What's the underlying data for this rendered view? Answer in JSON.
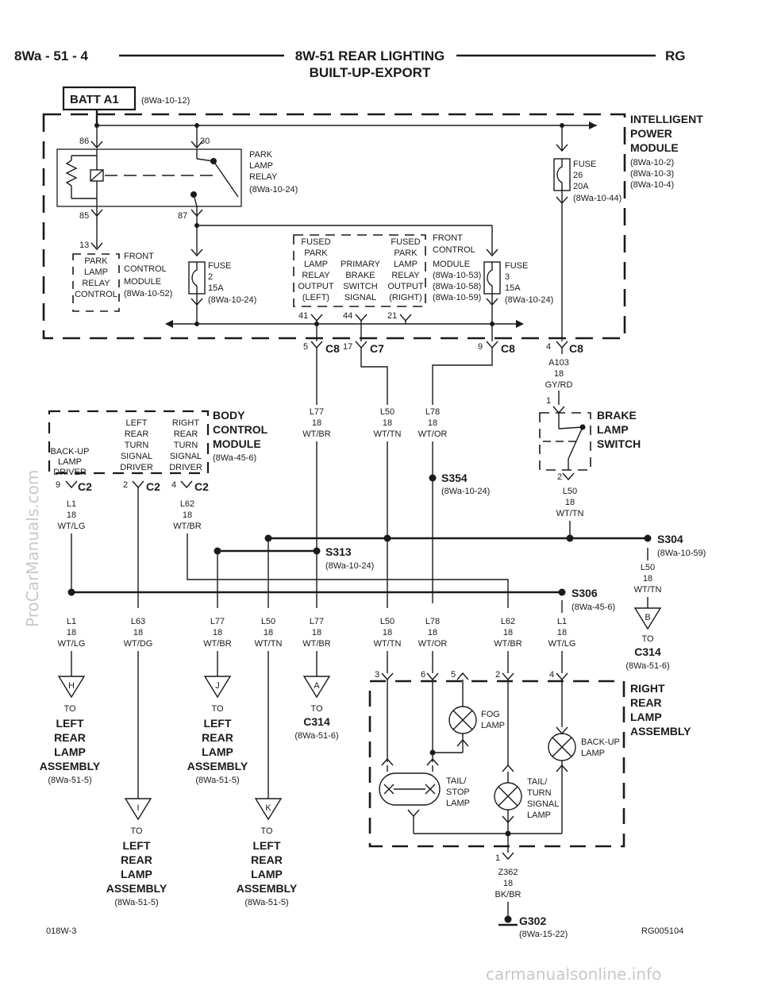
{
  "header": {
    "left": "8Wa - 51 - 4",
    "title": "8W-51 REAR LIGHTING",
    "subtitle": "BUILT-UP-EXPORT",
    "right": "RG"
  },
  "batt": {
    "label": "BATT A1",
    "ref": "(8Wa-10-12)"
  },
  "ipm": {
    "name": [
      "INTELLIGENT",
      "POWER",
      "MODULE"
    ],
    "refs": [
      "(8Wa-10-2)",
      "(8Wa-10-3)",
      "(8Wa-10-4)"
    ]
  },
  "relay": {
    "pins": [
      "86",
      "30",
      "85",
      "87"
    ],
    "name": [
      "PARK",
      "LAMP",
      "RELAY"
    ],
    "ref": "(8Wa-10-24)"
  },
  "fuse26": {
    "lines": [
      "FUSE",
      "26",
      "20A",
      "(8Wa-10-44)"
    ]
  },
  "fuse2": {
    "lines": [
      "FUSE",
      "2",
      "15A",
      "(8Wa-10-24)"
    ]
  },
  "fuse3": {
    "lines": [
      "FUSE",
      "3",
      "15A",
      "(8Wa-10-24)"
    ]
  },
  "fcm_left": {
    "pin": "13",
    "box": [
      "PARK",
      "LAMP",
      "RELAY",
      "CONTROL"
    ],
    "label": [
      "FRONT",
      "CONTROL",
      "MODULE",
      "(8Wa-10-52)"
    ]
  },
  "fcm_right": {
    "out_left": [
      "FUSED",
      "PARK",
      "LAMP",
      "RELAY",
      "OUTPUT",
      "(LEFT)"
    ],
    "primary": [
      "PRIMARY",
      "BRAKE",
      "SWITCH",
      "SIGNAL"
    ],
    "out_right": [
      "FUSED",
      "PARK",
      "LAMP",
      "RELAY",
      "OUTPUT",
      "(RIGHT)"
    ],
    "label": [
      "FRONT",
      "CONTROL",
      "MODULE",
      "(8Wa-10-53)",
      "(8Wa-10-58)",
      "(8Wa-10-59)"
    ],
    "pins": [
      "41",
      "44",
      "21"
    ]
  },
  "connectors": {
    "c8a": {
      "pin": "5",
      "name": "C8"
    },
    "c7": {
      "pin": "17",
      "name": "C7"
    },
    "c8b": {
      "pin": "9",
      "name": "C8"
    },
    "c8c": {
      "pin": "4",
      "name": "C8"
    }
  },
  "wires": {
    "a103": [
      "A103",
      "18",
      "GY/RD"
    ],
    "l77_top": [
      "L77",
      "18",
      "WT/BR"
    ],
    "l50_top": [
      "L50",
      "18",
      "WT/TN"
    ],
    "l78_top": [
      "L78",
      "18",
      "WT/OR"
    ],
    "l50_switch": [
      "L50",
      "18",
      "WT/TN"
    ],
    "l1_top": [
      "L1",
      "18",
      "WT/LG"
    ],
    "l62_top": [
      "L62",
      "18",
      "WT/BR"
    ],
    "l50_s304": [
      "L50",
      "18",
      "WT/TN"
    ],
    "bottom": [
      [
        "L1",
        "18",
        "WT/LG"
      ],
      [
        "L63",
        "18",
        "WT/DG"
      ],
      [
        "L77",
        "18",
        "WT/BR"
      ],
      [
        "L50",
        "18",
        "WT/TN"
      ],
      [
        "L77",
        "18",
        "WT/BR"
      ],
      [
        "L50",
        "18",
        "WT/TN"
      ],
      [
        "L78",
        "18",
        "WT/OR"
      ],
      [
        "L62",
        "18",
        "WT/BR"
      ],
      [
        "L1",
        "18",
        "WT/LG"
      ]
    ],
    "z362": [
      "Z362",
      "18",
      "BK/BR"
    ]
  },
  "brake_switch": {
    "pins": [
      "1",
      "2"
    ],
    "name": [
      "BRAKE",
      "LAMP",
      "SWITCH"
    ]
  },
  "bcm": {
    "name": [
      "BODY",
      "CONTROL",
      "MODULE"
    ],
    "ref": "(8Wa-45-6)",
    "drivers": [
      [
        "BACK-UP",
        "LAMP",
        "DRIVER"
      ],
      [
        "LEFT",
        "REAR",
        "TURN",
        "SIGNAL",
        "DRIVER"
      ],
      [
        "RIGHT",
        "REAR",
        "TURN",
        "SIGNAL",
        "DRIVER"
      ]
    ],
    "pins": [
      {
        "pin": "9",
        "name": "C2"
      },
      {
        "pin": "2",
        "name": "C2"
      },
      {
        "pin": "4",
        "name": "C2"
      }
    ]
  },
  "splices": {
    "s354": {
      "name": "S354",
      "ref": "(8Wa-10-24)"
    },
    "s304": {
      "name": "S304",
      "ref": "(8Wa-10-59)"
    },
    "s313": {
      "name": "S313",
      "ref": "(8Wa-10-24)"
    },
    "s306": {
      "name": "S306",
      "ref": "(8Wa-45-6)"
    }
  },
  "destinations": {
    "h": {
      "letter": "H",
      "to": "TO",
      "name": [
        "LEFT",
        "REAR",
        "LAMP",
        "ASSEMBLY"
      ],
      "ref": "(8Wa-51-5)"
    },
    "j": {
      "letter": "J",
      "to": "TO",
      "name": [
        "LEFT",
        "REAR",
        "LAMP",
        "ASSEMBLY"
      ],
      "ref": "(8Wa-51-5)"
    },
    "a": {
      "letter": "A",
      "to": "TO",
      "name": [
        "C314"
      ],
      "ref": "(8Wa-51-6)"
    },
    "b": {
      "letter": "B",
      "to": "TO",
      "name": [
        "C314"
      ],
      "ref": "(8Wa-51-6)"
    },
    "i": {
      "letter": "I",
      "to": "TO",
      "name": [
        "LEFT",
        "REAR",
        "LAMP",
        "ASSEMBLY"
      ],
      "ref": "(8Wa-51-5)"
    },
    "k": {
      "letter": "K",
      "to": "TO",
      "name": [
        "LEFT",
        "REAR",
        "LAMP",
        "ASSEMBLY"
      ],
      "ref": "(8Wa-51-5)"
    }
  },
  "rear_assembly": {
    "name": [
      "RIGHT",
      "REAR",
      "LAMP",
      "ASSEMBLY"
    ],
    "pins": [
      "3",
      "6",
      "5",
      "2",
      "4"
    ],
    "fog": [
      "FOG",
      "LAMP"
    ],
    "backup": [
      "BACK-UP",
      "LAMP"
    ],
    "tailstop": [
      "TAIL/",
      "STOP",
      "LAMP"
    ],
    "tailturn": [
      "TAIL/",
      "TURN",
      "SIGNAL",
      "LAMP"
    ],
    "ground_pin": "1"
  },
  "ground": {
    "name": "G302",
    "ref": "(8Wa-15-22)"
  },
  "footer": {
    "left": "018W-3",
    "right": "RG005104"
  },
  "watermarks": {
    "side": "ProCarManuals.com",
    "bottom": "carmanualsonline.info"
  }
}
